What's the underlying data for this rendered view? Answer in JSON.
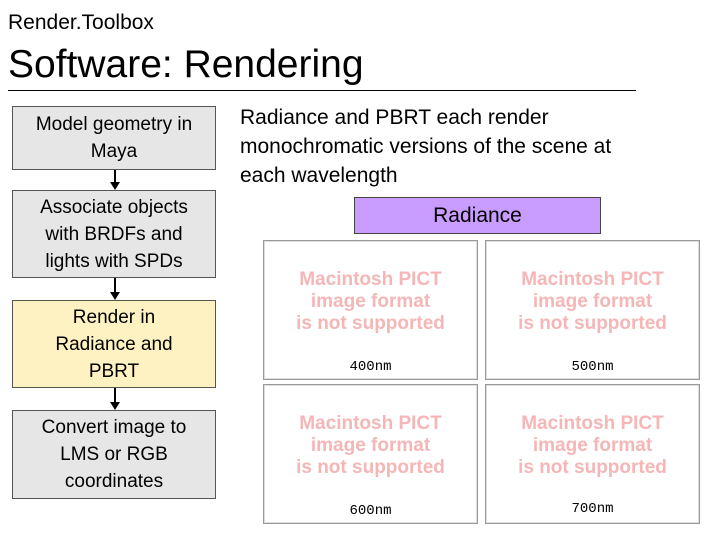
{
  "header": {
    "brand": "Render.Toolbox",
    "title": "Software: Rendering"
  },
  "pipeline": {
    "steps": [
      {
        "label": "Model geometry in\nMaya",
        "fill": "#e6e6e6"
      },
      {
        "label": "Associate objects\nwith BRDFs and\nlights with SPDs",
        "fill": "#e6e6e6"
      },
      {
        "label": "Render in\nRadiance and\nPBRT",
        "fill": "#fff2c2"
      },
      {
        "label": "Convert image to\nLMS or RGB\ncoordinates",
        "fill": "#e6e6e6"
      }
    ]
  },
  "description": "Radiance and PBRT each render\nmonochromatic versions of the scene at\neach wavelength",
  "renderer": {
    "label": "Radiance",
    "fill": "#c99cff"
  },
  "pict_message": "Macintosh PICT\nimage format\nis not supported",
  "pict_color": "#f4b6b6",
  "panels": [
    {
      "wavelength": "400nm"
    },
    {
      "wavelength": "500nm"
    },
    {
      "wavelength": "600nm"
    },
    {
      "wavelength": "700nm"
    }
  ]
}
